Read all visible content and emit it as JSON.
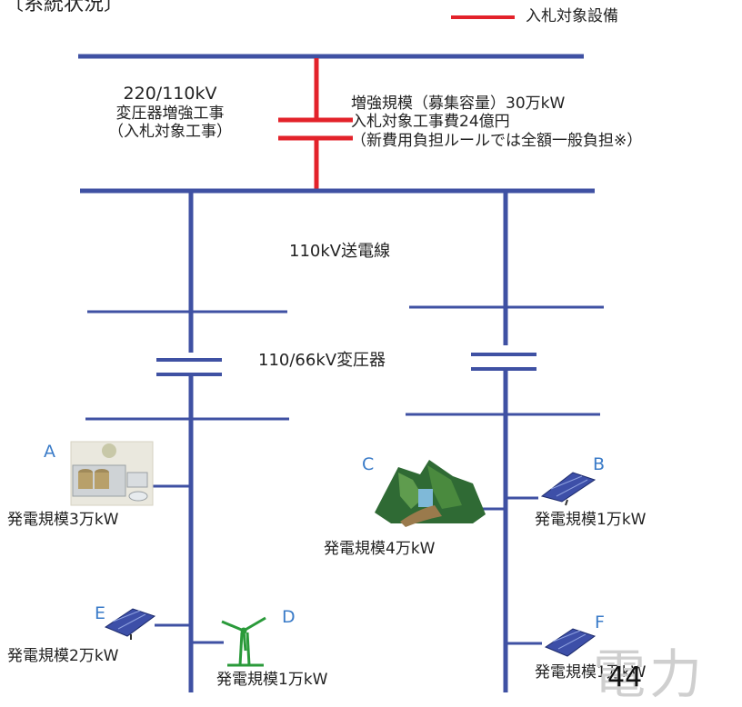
{
  "title": "〔系統状況〕",
  "legend": {
    "label": "入札対象設備",
    "color": "#e3222a"
  },
  "line_color": "#3f51a3",
  "transformer_top": {
    "line1": "220/110kV",
    "line2": "変圧器増強工事",
    "line3": "（入札対象工事）"
  },
  "reinforcement": {
    "line1": "増強規模（募集容量）30万kW",
    "line2": "入札対象工事費24億円",
    "line3": "（新費用負担ルールでは全額一般負担※）"
  },
  "transmission_label": "110kV送電線",
  "transformer_mid_label": "110/66kV変圧器",
  "generators": [
    {
      "letter": "A",
      "type": "thermal-plant-icon",
      "scale": "発電規模3万kW"
    },
    {
      "letter": "C",
      "type": "hydro-dam-icon",
      "scale": "発電規模4万kW"
    },
    {
      "letter": "B",
      "type": "solar-panel-icon",
      "scale": "発電規模1万kW"
    },
    {
      "letter": "E",
      "type": "solar-panel-icon",
      "scale": "発電規模2万kW"
    },
    {
      "letter": "D",
      "type": "wind-turbine-icon",
      "scale": "発電規模1万kW"
    },
    {
      "letter": "F",
      "type": "solar-panel-icon",
      "scale": "発電規模1万kW"
    }
  ],
  "page_number": "44",
  "watermark": "電力"
}
